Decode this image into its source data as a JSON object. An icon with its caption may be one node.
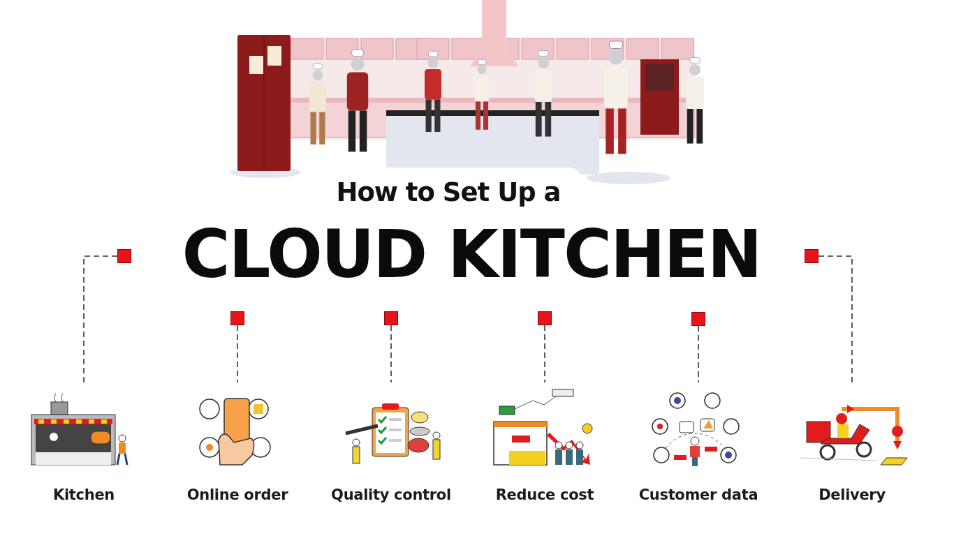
{
  "diagram": {
    "title": "How to Set Up a",
    "nodes": [
      {
        "text": [],
        "shape": "box"
      },
      {
        "text": [],
        "shape": "box"
      },
      {
        "text": [],
        "shape": "box"
      },
      {
        "text": [],
        "shape": "box"
      },
      {
        "text": [],
        "shape": "box"
      },
      {
        "text": [],
        "shape": "box"
      },
      {
        "text": [
          "Kitchen"
        ]
      },
      {
        "text": [
          "Online order"
        ]
      },
      {
        "text": [
          "Quality control"
        ]
      },
      {
        "text": [
          "Reduce cost"
        ]
      },
      {
        "text": [
          "Customer data"
        ]
      },
      {
        "text": [
          "Delivery"
        ]
      }
    ],
    "edges": [
      {
        "from": 0,
        "to": 6,
        "arrow": "none",
        "style": "dashed"
      },
      {
        "from": 1,
        "to": 7,
        "arrow": "none",
        "style": "dashed"
      },
      {
        "from": 2,
        "to": 8,
        "arrow": "none",
        "style": "dashed"
      },
      {
        "from": 3,
        "to": 9,
        "arrow": "none",
        "style": "dashed"
      },
      {
        "from": 4,
        "to": 10,
        "arrow": "none",
        "style": "dashed"
      },
      {
        "from": 5,
        "to": 11,
        "arrow": "none",
        "style": "dashed"
      }
    ],
    "labels": [
      "CLOUD KITCHEN"
    ]
  }
}
